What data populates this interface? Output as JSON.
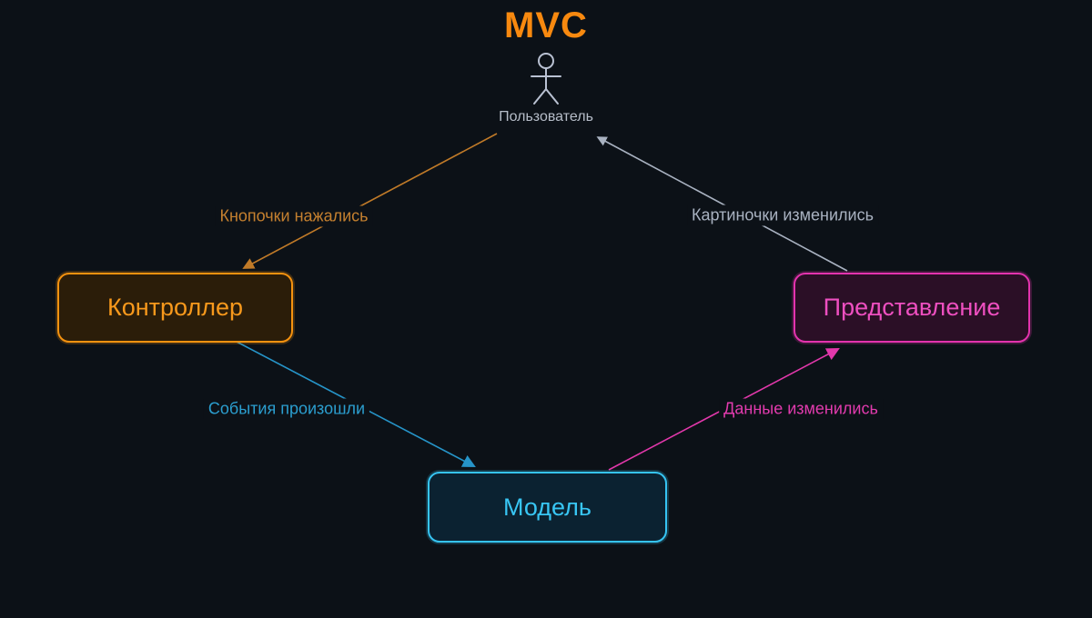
{
  "title": "MVC",
  "actor": {
    "label": "Пользователь",
    "color": "#b9c1d2"
  },
  "nodes": [
    {
      "id": "controller",
      "label": "Контроллер",
      "border": "#f5920f",
      "fill": "#2b1d09",
      "text": "#f8991c"
    },
    {
      "id": "view",
      "label": "Представление",
      "border": "#e433ae",
      "fill": "#2b0f26",
      "text": "#ee4fc0"
    },
    {
      "id": "model",
      "label": "Модель",
      "border": "#36c4f2",
      "fill": "#0b2231",
      "text": "#38c6f4"
    }
  ],
  "edges": [
    {
      "id": "user-to-controller",
      "from": "Пользователь",
      "to": "Контроллер",
      "label": "Кнопочки нажались",
      "color": "#c07a28"
    },
    {
      "id": "view-to-user",
      "from": "Представление",
      "to": "Пользователь",
      "label": "Картиночки изменились",
      "color": "#a9b2c1"
    },
    {
      "id": "controller-to-model",
      "from": "Контроллер",
      "to": "Модель",
      "label": "События произошли",
      "color": "#2694c8"
    },
    {
      "id": "model-to-view",
      "from": "Модель",
      "to": "Представление",
      "label": "Данные изменились",
      "color": "#e238ab"
    }
  ],
  "colors": {
    "background": "#0c1117",
    "title": "#f8890f"
  }
}
